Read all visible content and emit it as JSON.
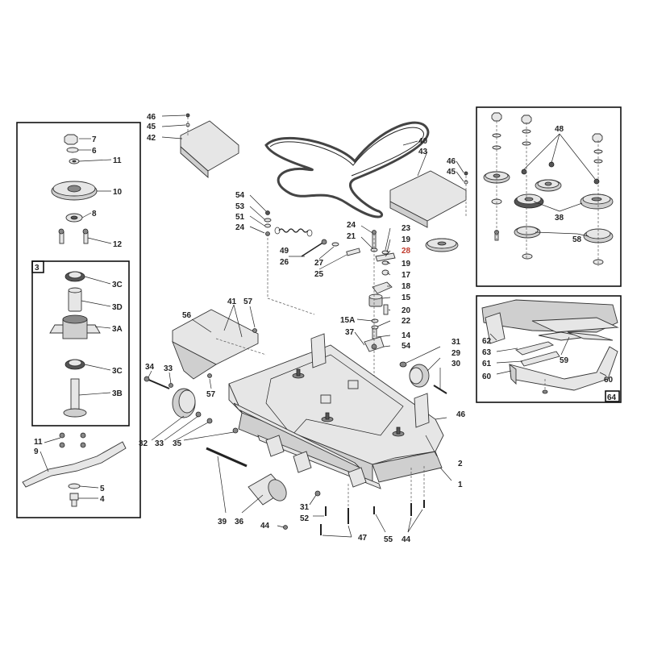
{
  "callouts": {
    "c46a": "46",
    "c45a": "45",
    "c42": "42",
    "c40": "40",
    "c43": "43",
    "c46b": "46",
    "c45b": "45",
    "c7": "7",
    "c6": "6",
    "c11a": "11",
    "c10": "10",
    "c8": "8",
    "c12": "12",
    "box3": "3",
    "c3c1": "3C",
    "c3d": "3D",
    "c3a": "3A",
    "c3c2": "3C",
    "c3b": "3B",
    "c11b": "11",
    "c9": "9",
    "c5": "5",
    "c4": "4",
    "c54a": "54",
    "c53": "53",
    "c51": "51",
    "c24a": "24",
    "c49": "49",
    "c26": "26",
    "c27": "27",
    "c25": "25",
    "c24b": "24",
    "c21": "21",
    "c23": "23",
    "c19a": "19",
    "c28": "28",
    "c19b": "19",
    "c17": "17",
    "c18": "18",
    "c15": "15",
    "c20": "20",
    "c15a": "15A",
    "c22": "22",
    "c37": "37",
    "c14": "14",
    "c54b": "54",
    "c41": "41",
    "c57a": "57",
    "c56": "56",
    "c34": "34",
    "c33a": "33",
    "c57b": "57",
    "c31a": "31",
    "c29": "29",
    "c30": "30",
    "c46c": "46",
    "c2": "2",
    "c1": "1",
    "c32": "32",
    "c33b": "33",
    "c35": "35",
    "c39": "39",
    "c36": "36",
    "c31b": "31",
    "c52": "52",
    "c44a": "44",
    "c47": "47",
    "c55": "55",
    "c44b": "44",
    "c48": "48",
    "c38": "38",
    "c58": "58",
    "c62": "62",
    "c63": "63",
    "c61": "61",
    "c59": "59",
    "c60a": "60",
    "c60b": "60",
    "box64": "64"
  },
  "colors": {
    "line": "#222222",
    "highlight": "#c0392b",
    "part_fill": "#e6e6e6"
  }
}
